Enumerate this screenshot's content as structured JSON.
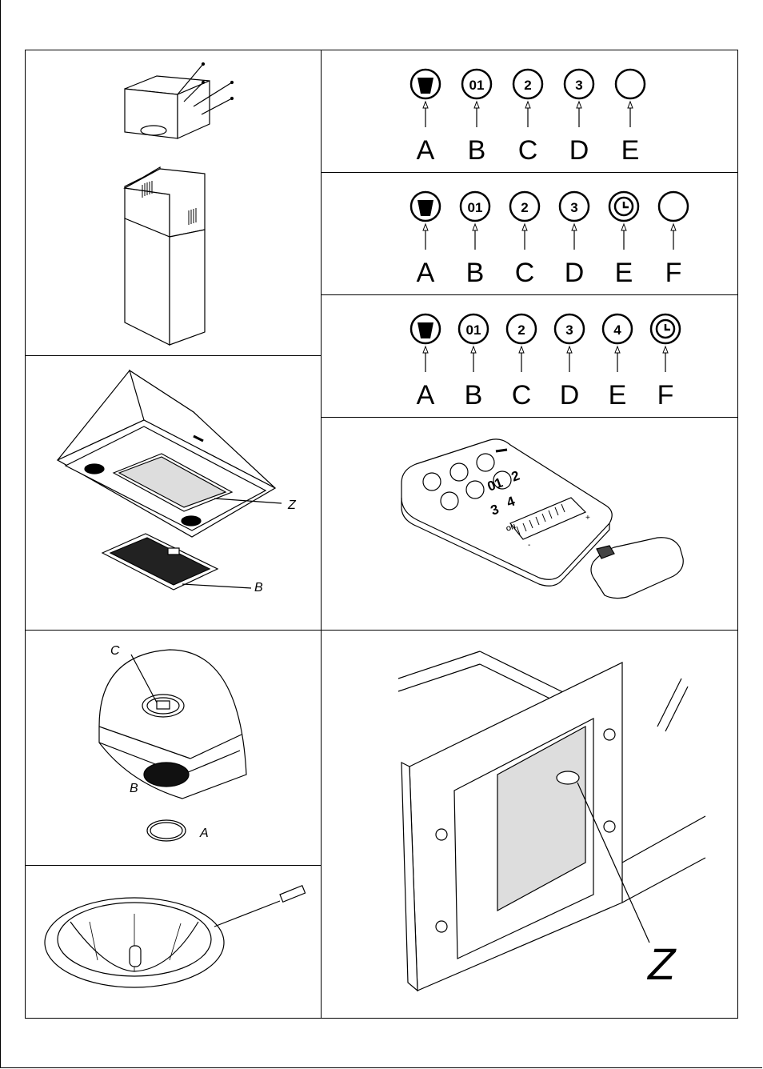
{
  "panels": {
    "rows": [
      {
        "letters": [
          "A",
          "B",
          "C",
          "D",
          "E"
        ],
        "buttons": [
          "01",
          "2",
          "3"
        ]
      },
      {
        "letters": [
          "A",
          "B",
          "C",
          "D",
          "E",
          "F"
        ],
        "buttons": [
          "01",
          "2",
          "3"
        ]
      },
      {
        "letters": [
          "A",
          "B",
          "C",
          "D",
          "E",
          "F"
        ],
        "buttons": [
          "01",
          "2",
          "3",
          "4"
        ]
      }
    ],
    "remote": {
      "labels": [
        "01",
        "2",
        "3",
        "4",
        "ON",
        "+",
        "-"
      ]
    },
    "filter_label": "Z",
    "grease_label": "B",
    "lamp_labels": {
      "c": "C",
      "b": "B",
      "a": "A"
    },
    "box_label": "Z"
  },
  "colors": {
    "line": "#000000",
    "background": "#ffffff"
  }
}
